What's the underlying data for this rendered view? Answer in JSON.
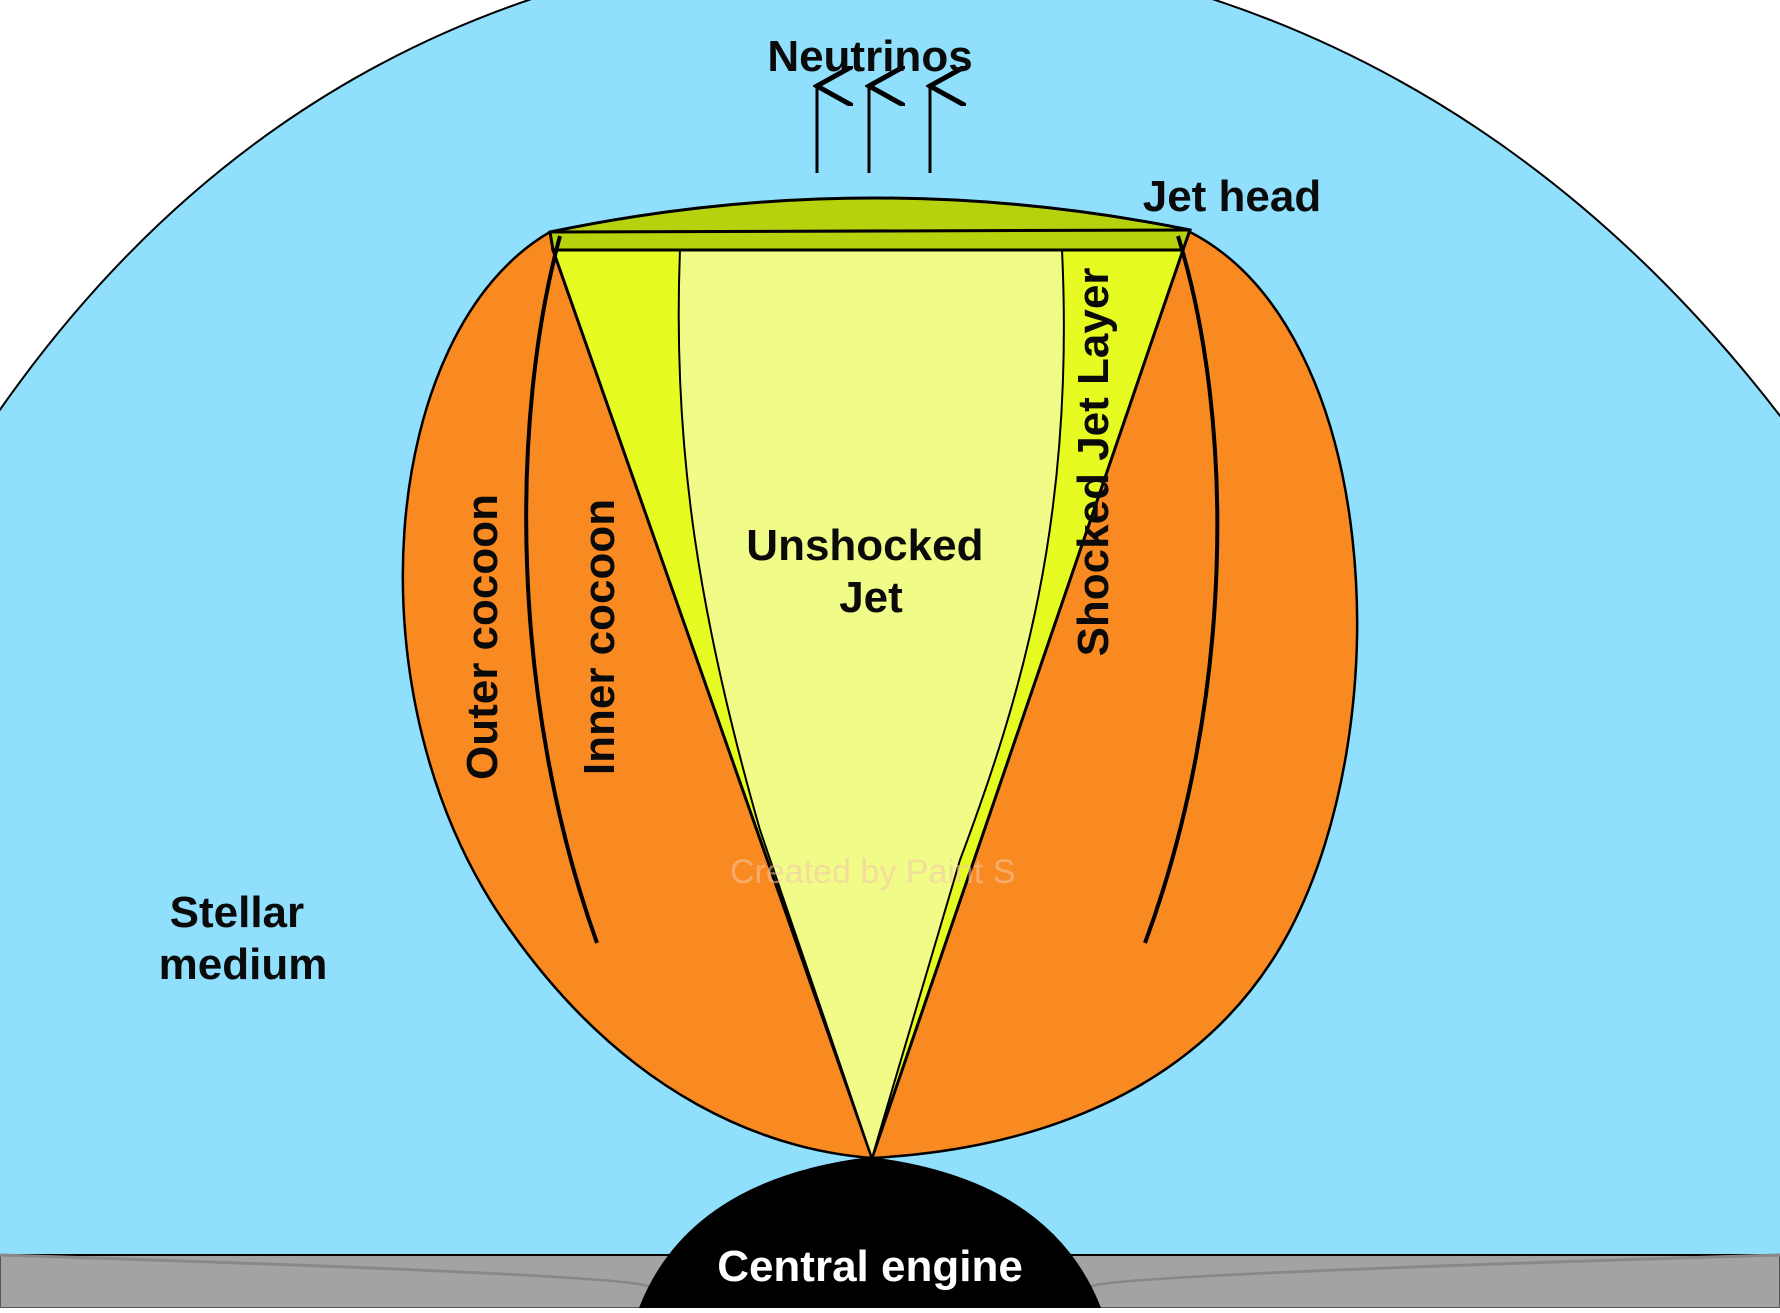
{
  "labels": {
    "neutrinos": "Neutrinos",
    "jet_head": "Jet head",
    "shocked_jet_layer": "Shocked Jet Layer",
    "unshocked_jet_line1": "Unshocked",
    "unshocked_jet_line2": "Jet",
    "outer_cocoon": "Outer cocoon",
    "inner_cocoon": "Inner cocoon",
    "stellar_medium_line1": "Stellar",
    "stellar_medium_line2": "medium",
    "central_engine": "Central engine"
  },
  "watermark": "Created by Paint S",
  "colors": {
    "stellar_medium": "#90dffc",
    "cocoon": "#f98a21",
    "shocked_jet": "#e5fb22",
    "unshocked_jet": "#f1fb88",
    "jet_head": "#b5d20c",
    "central_engine": "#000000",
    "ground": "#a3a3a3",
    "outline": "#000000"
  }
}
